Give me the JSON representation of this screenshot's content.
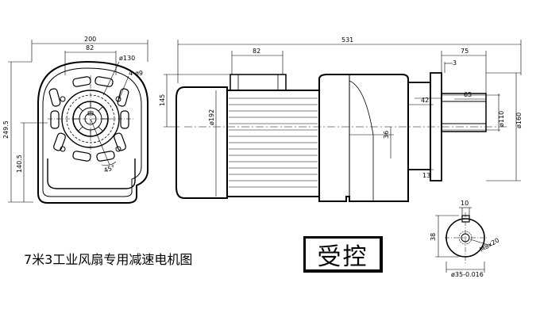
{
  "title": "7米3工业风扇专用减速电机图",
  "stamp": "受控",
  "front_view": {
    "dims": {
      "width": "200",
      "inner_width": "82",
      "bolt_circle": "ø130",
      "holes": "4-ø9",
      "height_total": "249.5",
      "height_center": "140.5",
      "angle": "45°"
    }
  },
  "side_view": {
    "dims": {
      "total_length": "531",
      "box_width": "82",
      "motor_height": "145",
      "motor_diameter": "ø192",
      "shaft_offset": "36",
      "flange_len": "75",
      "flange_step": "3",
      "spigot": "42",
      "shaft_len": "65",
      "shaft_dia": "ø110",
      "flange_dia": "ø160",
      "shoulder": "13"
    }
  },
  "shaft_section": {
    "dims": {
      "key_width": "10",
      "key_height": "38",
      "thread": "M8x20",
      "shaft": "ø35-0.016"
    }
  },
  "colors": {
    "line": "#000000",
    "fill": "#ffffff"
  }
}
